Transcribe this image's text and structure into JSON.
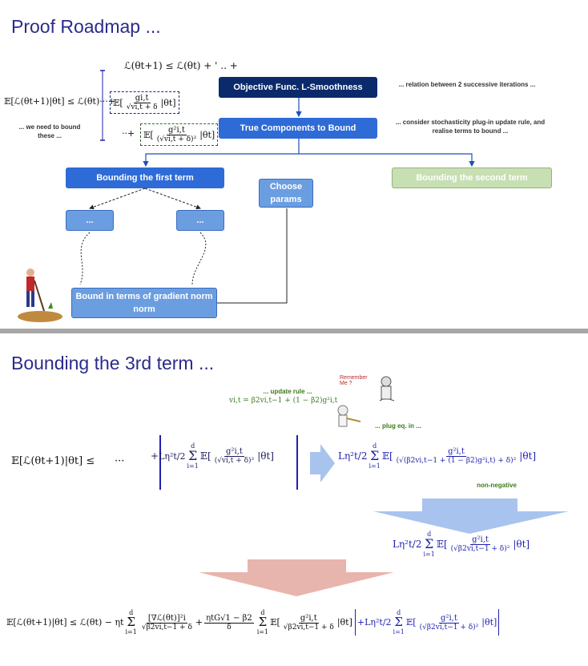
{
  "top": {
    "title": "Proof Roadmap ...",
    "formula_top": "ℒ(θt+1) ≤ ℒ(θt) + ' .. +",
    "formula_left_a": "𝔼[ℒ(θt+1)|θt] ≤ ℒ(θt)···+",
    "formula_left_b_num": "gi,t",
    "formula_left_b_den": "√vi,t + δ",
    "formula_left_c_prefix": "··+",
    "formula_left_c_num": "g²i,t",
    "formula_left_c_den": "(√vi,t + δ)²",
    "formula_cond": "|θt]",
    "note_need_bound": "... we need to bound these ...",
    "note_relation": "... relation between 2 successive iterations ...",
    "note_stochastic": "... consider stochasticity plug-in update rule, and realise terms to bound ...",
    "box_objective": "Objective Func. L-Smoothness",
    "box_true_components": "True Components to Bound",
    "box_first_term": "Bounding the first term",
    "box_second_term": "Bounding the second term",
    "box_choose": "Choose params",
    "box_dots_left": "...",
    "box_dots_right": "...",
    "box_bound_gradient": "Bound in terms of gradient norm norm"
  },
  "bottom": {
    "title": "Bounding the 3rd term ...",
    "note_update_rule": "... update rule ...",
    "update_rule_eq": "vi,t = β2vi,t−1 + (1 − β2)g²i,t",
    "note_plug": "... plug eq. in ...",
    "remember_text": "Remember Me ?",
    "lhs": "𝔼[ℒ(θt+1)|θt] ≤",
    "dots": "···",
    "term_coef": "Lη²t/2",
    "term_num": "g²i,t",
    "term_den": "(√vi,t + δ)²",
    "rhs1_num": "g²i,t",
    "rhs1_den": "(√(β2vi,t−1 + (1 − β2)g²i,t) + δ)²",
    "non_negative": "non-negative",
    "rhs2_num": "g²i,t",
    "rhs2_den": "(√β2vi,t−1 + δ)²",
    "final_lhs": "𝔼[ℒ(θt+1)|θt] ≤ ℒ(θt) − ηt",
    "final_t1_num": "[∇ℒ(θt)]²i",
    "final_t1_den": "√β2vi,t−1 + δ",
    "final_t2_coef_num": "ηtG√1 − β2",
    "final_t2_coef_den": "δ",
    "final_t2_num": "g²i,t",
    "final_t2_den": "√β2vi,t−1 + δ",
    "final_t3_coef": "Lη²t/2",
    "final_t3_num": "g²i,t",
    "final_t3_den": "(√β2vi,t−1 + δ)²",
    "sum_top": "d",
    "sum_bottom": "i=1"
  },
  "colors": {
    "navy": "#0b2a6b",
    "blue": "#2e6bd6",
    "light_blue": "#6b9ee0",
    "green_box": "#c7dfb2",
    "arrow_pink": "#e8b4ae",
    "arrow_blue": "#a8c4ee"
  }
}
